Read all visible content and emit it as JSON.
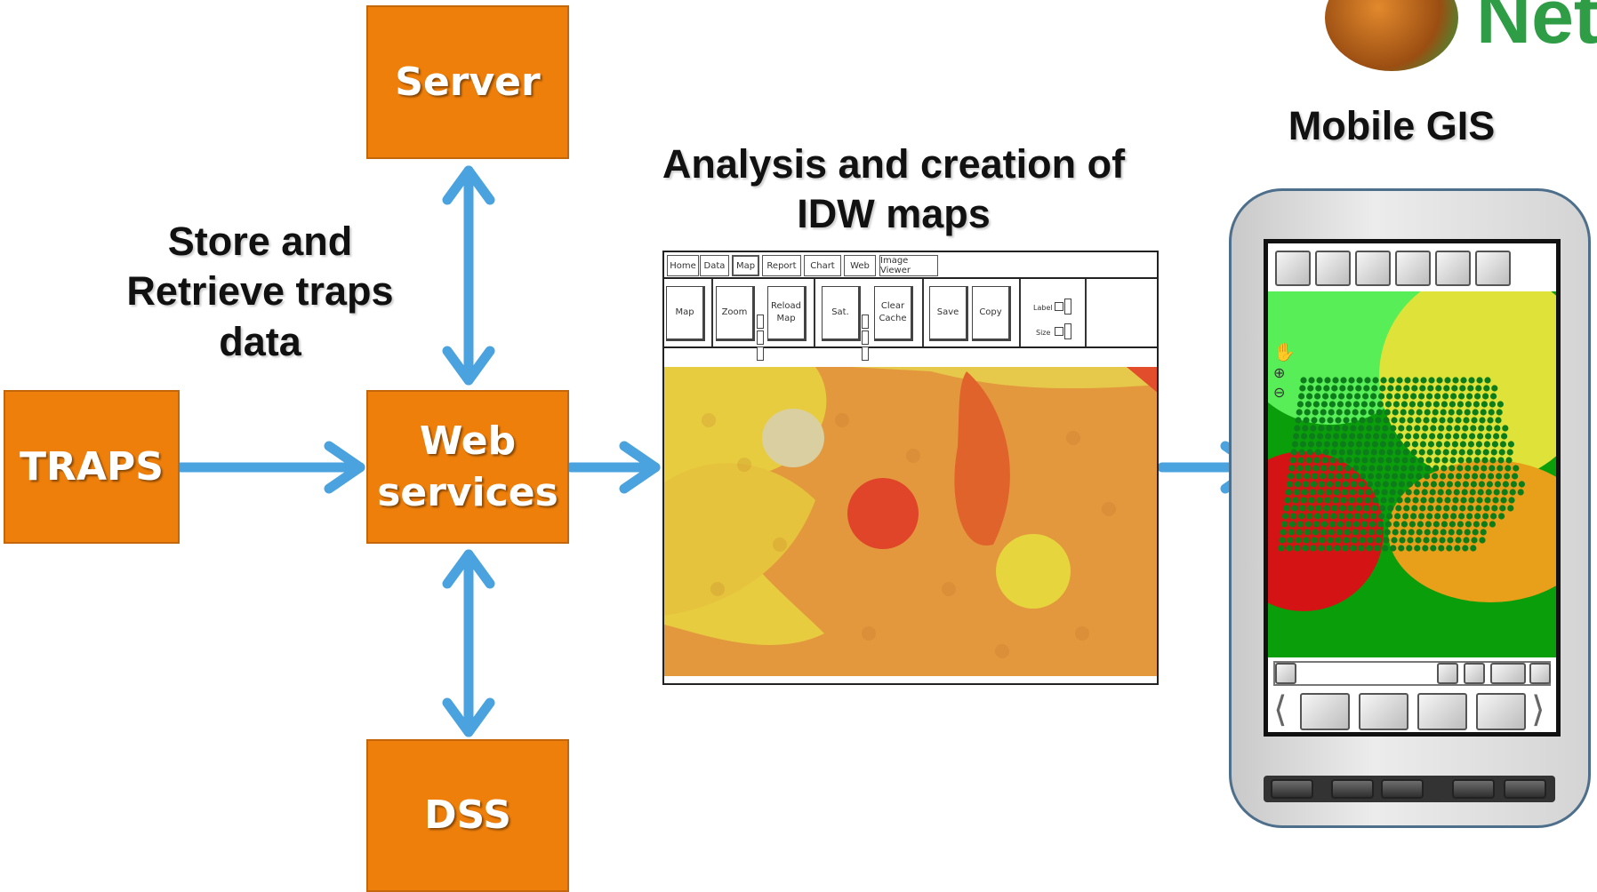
{
  "nodes": {
    "server": "Server",
    "web_services": "Web services",
    "traps": "TRAPS",
    "dss": "DSS"
  },
  "labels": {
    "store_retrieve": "Store and Retrieve traps data",
    "analysis": "Analysis and creation of IDW maps",
    "mobile_gis": "Mobile GIS"
  },
  "logo": {
    "text": "Net"
  },
  "app": {
    "tabs": [
      "Home",
      "Data",
      "Map",
      "Report",
      "Chart",
      "Web",
      "Image Viewer"
    ],
    "ribbon": {
      "map": "Map",
      "zoom": "Zoom",
      "reload_map": "Reload Map",
      "sat": "Sat.",
      "clear_cache": "Clear Cache",
      "save": "Save",
      "copy": "Copy",
      "label": "Label",
      "size": "Size"
    }
  },
  "colors": {
    "node_fill": "#ef7f0b",
    "arrow": "#4aa3df",
    "map_orange": "#e79a3c",
    "map_yellow": "#e8d23e",
    "map_red": "#e04b2c",
    "phone_green": "#0a9e0a",
    "phone_light_green": "#57ee57",
    "phone_yellow": "#dfe238",
    "phone_red": "#d41414",
    "tree_dot": "#0d7d1b"
  }
}
